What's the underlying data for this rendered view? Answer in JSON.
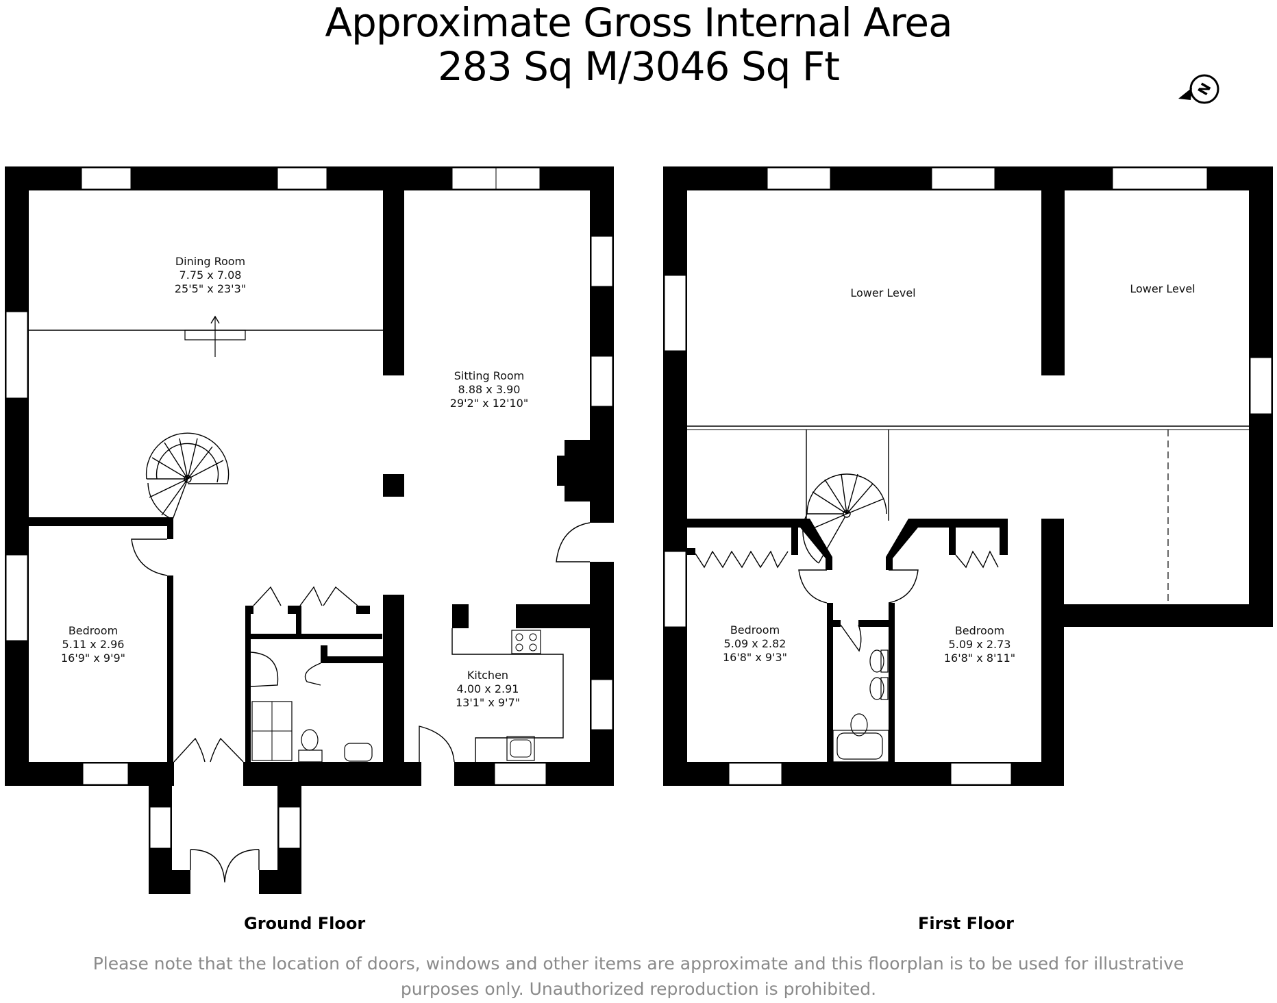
{
  "header": {
    "title_line1": "Approximate Gross Internal Area",
    "title_line2": "283 Sq M/3046 Sq Ft"
  },
  "compass": {
    "icon": "north-compass-icon",
    "label": "N"
  },
  "ground_floor": {
    "label": "Ground Floor",
    "rooms": [
      {
        "name": "Dining Room",
        "metric": "7.75 x 7.08",
        "imperial": "25'5\" x 23'3\""
      },
      {
        "name": "Sitting Room",
        "metric": "8.88 x 3.90",
        "imperial": "29'2\" x 12'10\""
      },
      {
        "name": "Bedroom",
        "metric": "5.11 x 2.96",
        "imperial": "16'9\" x 9'9\""
      },
      {
        "name": "Kitchen",
        "metric": "4.00 x 2.91",
        "imperial": "13'1\" x 9'7\""
      }
    ]
  },
  "first_floor": {
    "label": "First Floor",
    "rooms": [
      {
        "name": "Lower Level"
      },
      {
        "name": "Lower Level"
      },
      {
        "name": "Bedroom",
        "metric": "5.09 x 2.82",
        "imperial": "16'8\" x 9'3\""
      },
      {
        "name": "Bedroom",
        "metric": "5.09 x 2.73",
        "imperial": "16'8\" x 8'11\""
      }
    ]
  },
  "footer": {
    "disclaimer_line1": "Please note that the location of doors, windows and other items are approximate and this floorplan is to be used for illustrative",
    "disclaimer_line2": "purposes only. Unauthorized reproduction is prohibited."
  },
  "colors": {
    "walls": "#000000",
    "background": "#ffffff",
    "disclaimer_text": "#8a8a8a"
  }
}
